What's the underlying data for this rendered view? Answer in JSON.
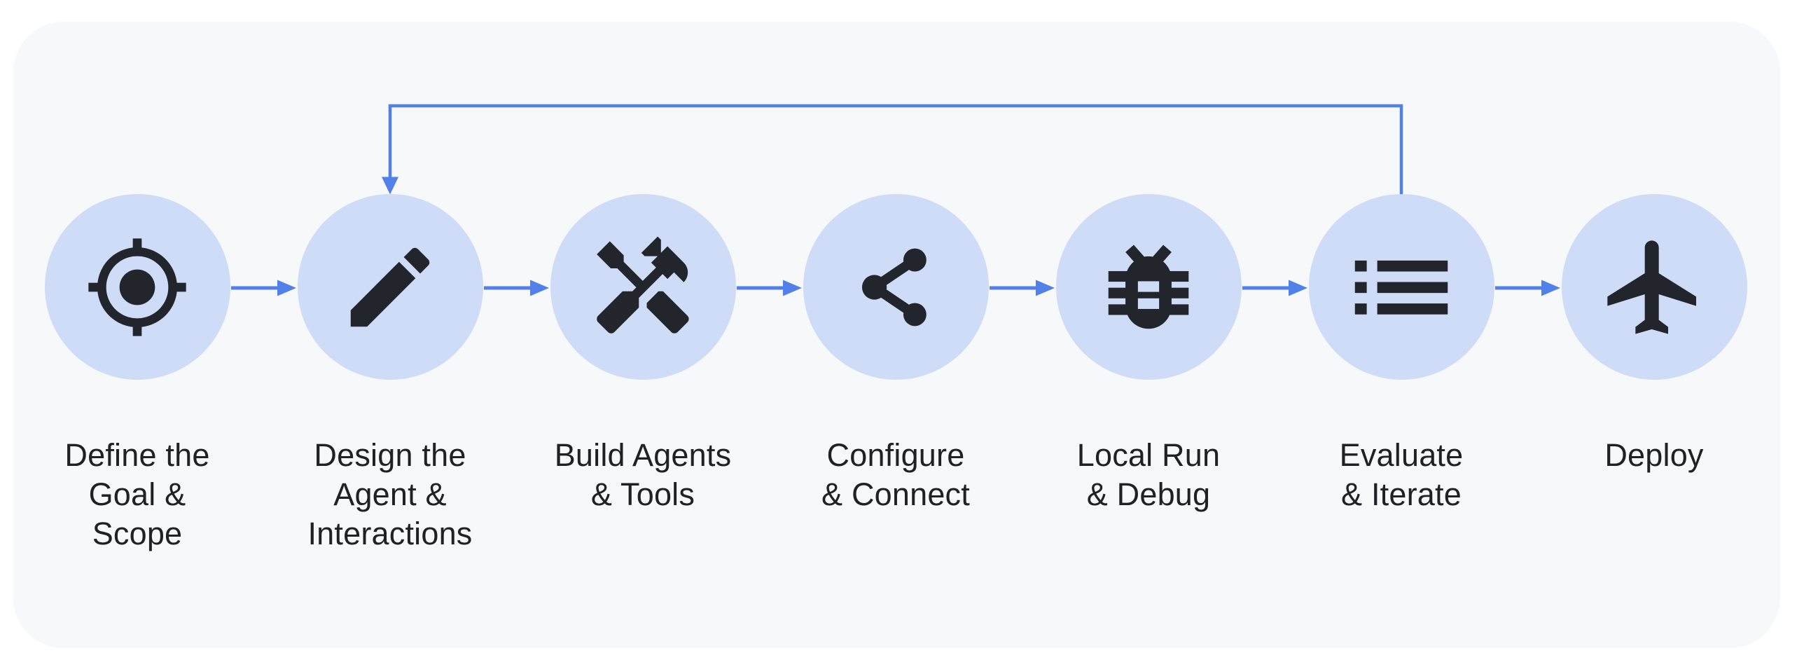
{
  "colors": {
    "page_bg": "#ffffff",
    "card_bg": "#f6f8fa",
    "node_fill": "#cfdcf8",
    "icon_color": "#22252b",
    "text_color": "#202125",
    "arrow_color": "#5080e8"
  },
  "diagram": {
    "steps": [
      {
        "label": "Define the\nGoal &\nScope",
        "icon": "target-icon"
      },
      {
        "label": "Design the\nAgent &\nInteractions",
        "icon": "edit-pencil-icon"
      },
      {
        "label": "Build Agents\n& Tools",
        "icon": "hammer-wrench-icon"
      },
      {
        "label": "Configure\n& Connect",
        "icon": "share-icon"
      },
      {
        "label": "Local Run\n& Debug",
        "icon": "bug-icon"
      },
      {
        "label": "Evaluate\n& Iterate",
        "icon": "list-icon"
      },
      {
        "label": "Deploy",
        "icon": "airplane-icon"
      }
    ],
    "connections": {
      "sequential_arrows": 6,
      "feedback_loop": {
        "from_step_index": 5,
        "to_step_index": 1
      }
    }
  }
}
